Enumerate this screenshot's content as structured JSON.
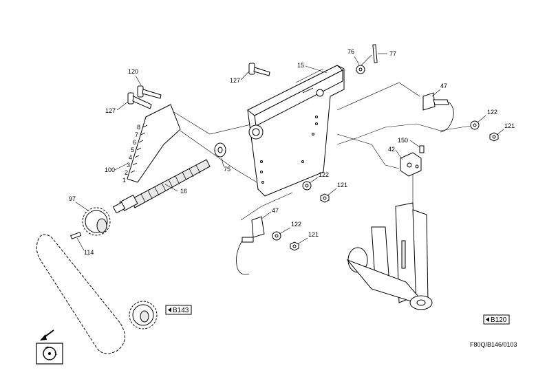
{
  "callouts": {
    "c15": "15",
    "c16": "16",
    "c42": "42",
    "c47a": "47",
    "c47b": "47",
    "c75": "75",
    "c76": "76",
    "c77": "77",
    "c97": "97",
    "c100": "100",
    "c114": "114",
    "c120": "120",
    "c121a": "121",
    "c121b": "121",
    "c121c": "121",
    "c122a": "122",
    "c122b": "122",
    "c122c": "122",
    "c127a": "127",
    "c127b": "127",
    "c150": "150"
  },
  "references": {
    "b143": "B143",
    "b120": "B120"
  },
  "plate_numbers": [
    "8",
    "7",
    "6",
    "5",
    "4",
    "3",
    "2",
    "1"
  ],
  "drawing_code": "F80Q/B146/0103",
  "icons": {
    "nav": "direction-arrow-icon",
    "machine": "machine-symbol-icon"
  }
}
